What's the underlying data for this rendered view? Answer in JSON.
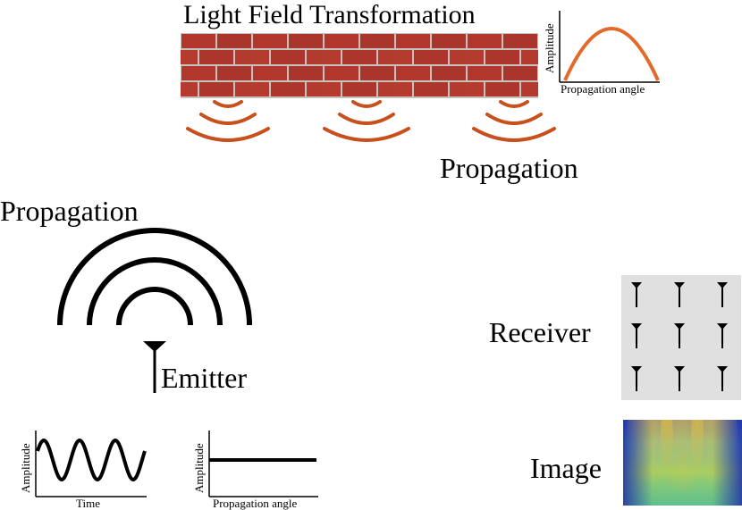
{
  "title": "Light Field Transformation",
  "propagation_top": "Propagation",
  "propagation_left": "Propagation",
  "emitter": "Emitter",
  "receiver": "Receiver",
  "image": "Image",
  "plots": {
    "top_right": {
      "xlabel": "Propagation angle",
      "ylabel": "Amplitude"
    },
    "bottom_time": {
      "xlabel": "Time",
      "ylabel": "Amplitude"
    },
    "bottom_angle": {
      "xlabel": "Propagation angle",
      "ylabel": "Amplitude"
    }
  },
  "colors": {
    "wave_orange": "#c7501c",
    "curve_orange": "#e36a2a",
    "brick": "#b1372d",
    "mortar": "#c9c2bc",
    "receiver_bg": "#e0e0e0"
  },
  "icons": {
    "wall": "brick-wall-icon",
    "antenna": "antenna-icon",
    "receiver_grid": "antenna-array-icon"
  }
}
